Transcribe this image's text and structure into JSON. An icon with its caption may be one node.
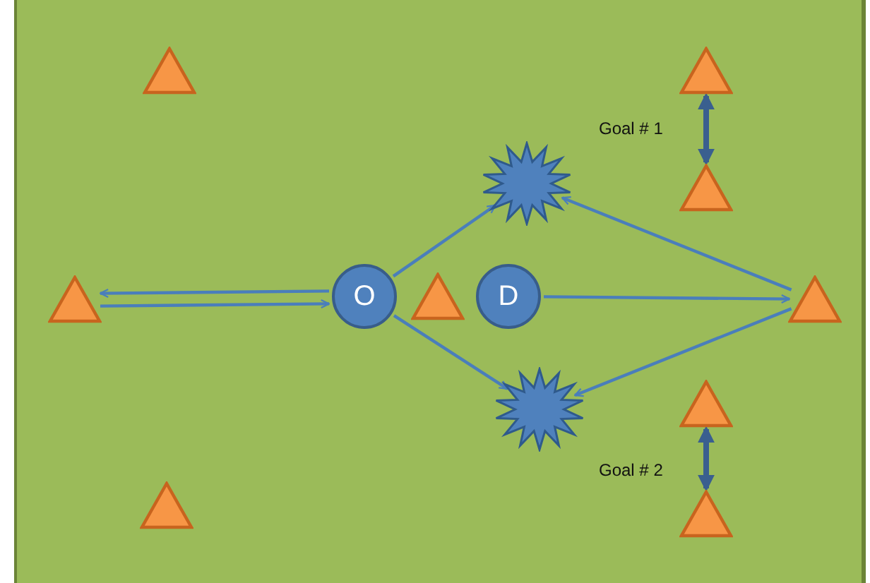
{
  "diagram": {
    "nodes": [
      {
        "text": [],
        "shape": "triangle"
      },
      {
        "text": [],
        "shape": "triangle"
      },
      {
        "text": [],
        "shape": "star"
      },
      {
        "text": [],
        "shape": "triangle"
      },
      {
        "text": [],
        "shape": "triangle"
      },
      {
        "text": [
          "O"
        ]
      },
      {
        "text": [],
        "shape": "triangle"
      },
      {
        "text": [
          "D"
        ]
      },
      {
        "text": [],
        "shape": "triangle"
      },
      {
        "text": [],
        "shape": "star"
      },
      {
        "text": [],
        "shape": "triangle"
      },
      {
        "text": [],
        "shape": "triangle"
      },
      {
        "text": [],
        "shape": "triangle"
      }
    ],
    "edges": [
      {
        "from": 1,
        "to": 3,
        "arrow": "both",
        "style": "thick",
        "color": "#3a5f8f"
      },
      {
        "from": 5,
        "to": 4,
        "arrow": "to"
      },
      {
        "from": 4,
        "to": 5,
        "arrow": "to"
      },
      {
        "from": 5,
        "to": 2,
        "arrow": "to"
      },
      {
        "from": 5,
        "to": 9,
        "arrow": "to"
      },
      {
        "from": 7,
        "to": 8,
        "arrow": "to"
      },
      {
        "from": 8,
        "to": 2,
        "arrow": "to"
      },
      {
        "from": 8,
        "to": 9,
        "arrow": "to"
      },
      {
        "from": 10,
        "to": 12,
        "arrow": "both",
        "style": "thick",
        "color": "#3a5f8f"
      }
    ],
    "labels": [
      "Goal # 1",
      "Goal # 2"
    ]
  }
}
